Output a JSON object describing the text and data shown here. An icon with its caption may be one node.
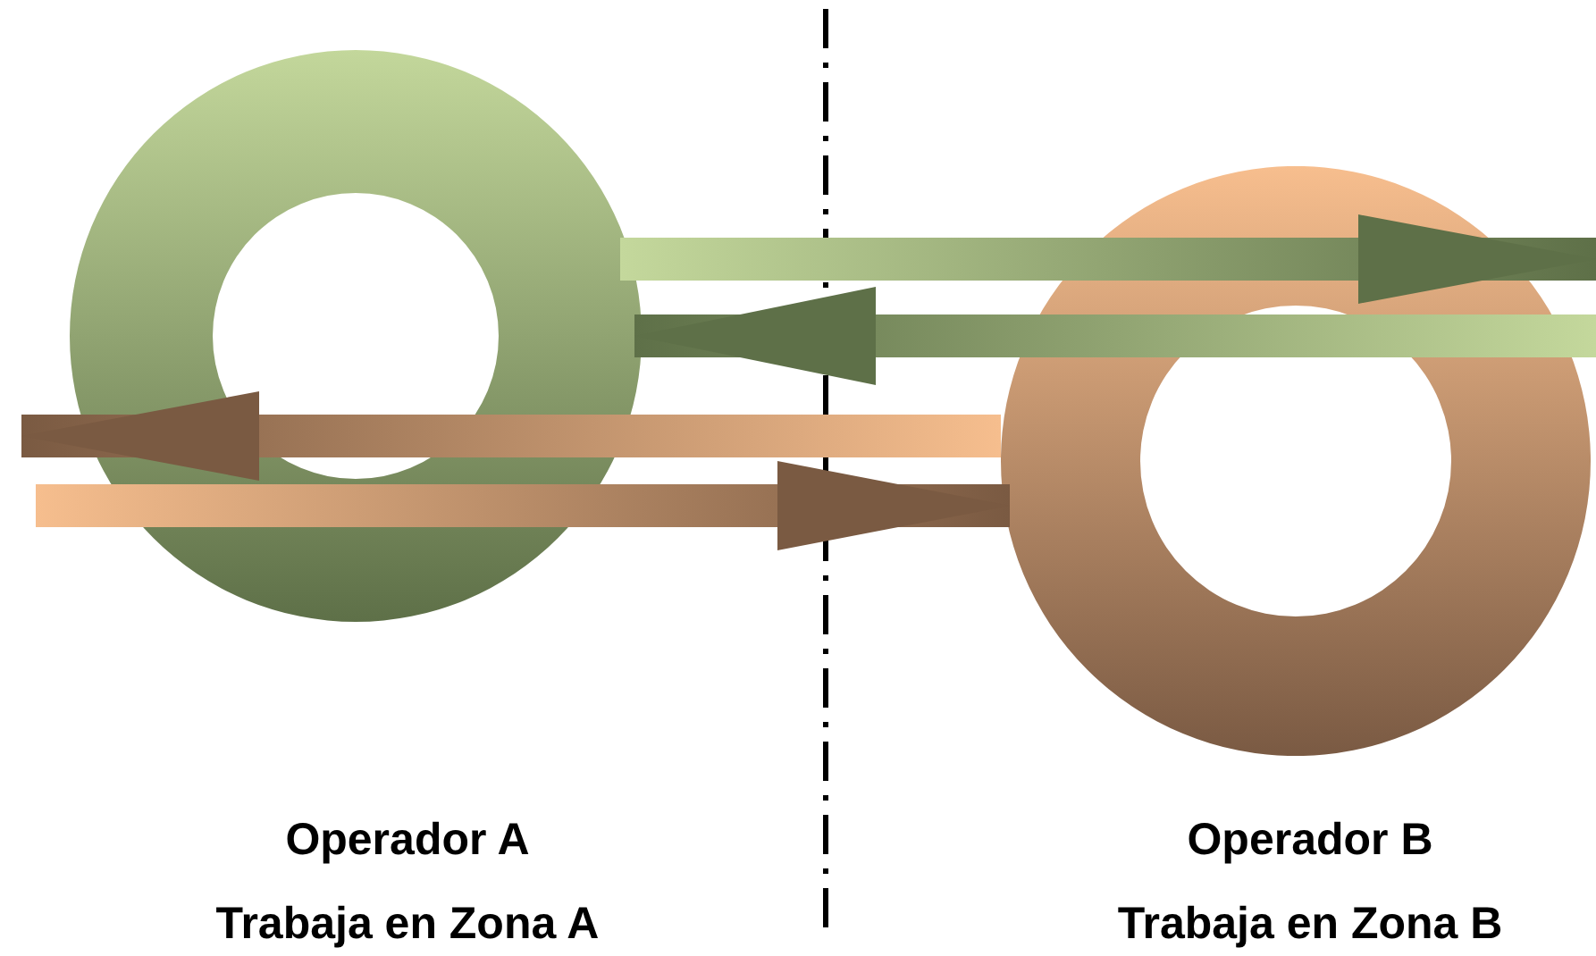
{
  "diagram": {
    "nodes": [
      {
        "text": [
          "Operador A Trabaja en Zona A"
        ]
      },
      {
        "text": [
          "Operador B Trabaja en Zona B"
        ]
      }
    ],
    "edges": [
      {
        "from": 0,
        "to": 1,
        "arrow": "to",
        "color": "#5e7048"
      },
      {
        "from": 1,
        "to": 0,
        "arrow": "to",
        "color": "#5e7048"
      },
      {
        "from": 1,
        "to": 0,
        "arrow": "to",
        "color": "#7a5a42"
      },
      {
        "from": 0,
        "to": 1,
        "arrow": "to",
        "color": "#7a5a42"
      }
    ]
  }
}
